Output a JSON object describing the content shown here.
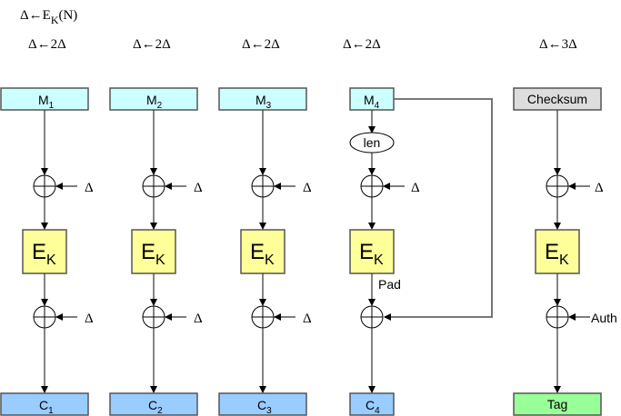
{
  "title_formula": {
    "prefix": "Δ←E",
    "sub": "K",
    "suffix": "(N)"
  },
  "colors": {
    "message": "#ccffff",
    "cipher": "#99ccff",
    "cipher_block": "#ffff99",
    "checksum": "#dddddd",
    "tag": "#99ff99"
  },
  "columns": [
    {
      "update": "Δ←2Δ",
      "input": "M",
      "input_sub": "1",
      "xor1": "Δ",
      "block": "E",
      "block_sub": "K",
      "xor2": "Δ",
      "output": "C",
      "output_sub": "1"
    },
    {
      "update": "Δ←2Δ",
      "input": "M",
      "input_sub": "2",
      "xor1": "Δ",
      "block": "E",
      "block_sub": "K",
      "xor2": "Δ",
      "output": "C",
      "output_sub": "2"
    },
    {
      "update": "Δ←2Δ",
      "input": "M",
      "input_sub": "3",
      "xor1": "Δ",
      "block": "E",
      "block_sub": "K",
      "xor2": "Δ",
      "output": "C",
      "output_sub": "3"
    },
    {
      "update": "Δ←2Δ",
      "input": "M",
      "input_sub": "4",
      "len": "len",
      "xor1": "Δ",
      "block": "E",
      "block_sub": "K",
      "pad": "Pad",
      "output": "C",
      "output_sub": "4"
    },
    {
      "update": "Δ←3Δ",
      "input": "Checksum",
      "xor1": "Δ",
      "block": "E",
      "block_sub": "K",
      "xor2": "Auth",
      "output": "Tag"
    }
  ]
}
